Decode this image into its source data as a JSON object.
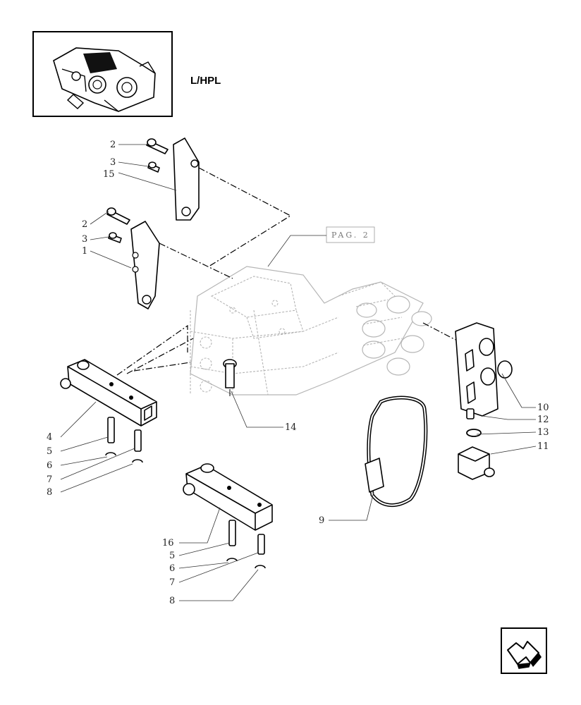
{
  "header": {
    "variant_label": "L/HPL"
  },
  "thumbnail": {
    "icon": "valve-assembly-thumbnail-icon"
  },
  "reference": {
    "label": "PAG. 2"
  },
  "callouts": {
    "c1": "1",
    "c2a": "2",
    "c3a": "3",
    "c15": "15",
    "c2b": "2",
    "c3b": "3",
    "c4": "4",
    "c5a": "5",
    "c6a": "6",
    "c7a": "7",
    "c8a": "8",
    "c14": "14",
    "c9": "9",
    "c10": "10",
    "c12": "12",
    "c13": "13",
    "c11": "11",
    "c16": "16",
    "c5b": "5",
    "c6b": "6",
    "c7b": "7",
    "c8b": "8"
  },
  "navigation": {
    "next_icon": "next-page-arrow-icon"
  }
}
